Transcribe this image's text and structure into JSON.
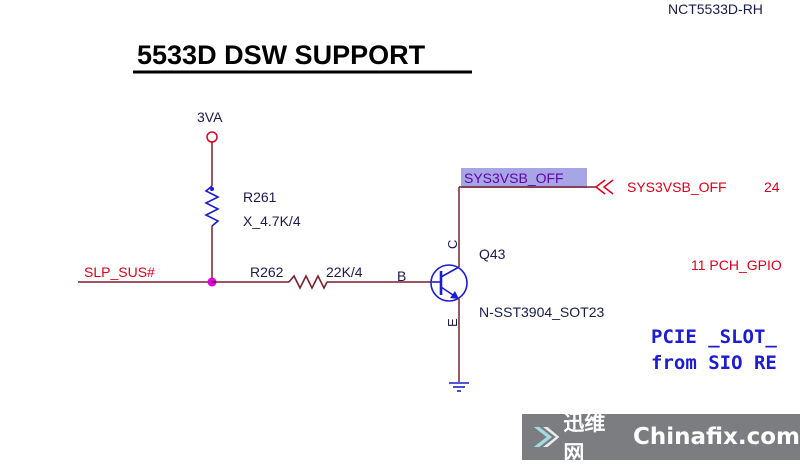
{
  "sheet": {
    "part_ref": "NCT5533D-RH",
    "title": "5533D DSW SUPPORT"
  },
  "power": {
    "label": "3VA"
  },
  "resistors": [
    {
      "ref": "R261",
      "value": "X_4.7K/4"
    },
    {
      "ref": "R262",
      "value": "22K/4"
    }
  ],
  "nets": {
    "input": "SLP_SUS#",
    "output_highlighted": "SYS3VSB_OFF",
    "offpage": "SYS3VSB_OFF",
    "offpage_ref": "24",
    "partial_right": "11  PCH_GPIO"
  },
  "transistor": {
    "ref": "Q43",
    "part": "N-SST3904_SOT23",
    "pins": {
      "base": "B",
      "collector": "C",
      "emitter": "E"
    }
  },
  "note": {
    "line1": "PCIE  _SLOT_",
    "line2": "from SIO RE"
  },
  "watermark": {
    "cn": "迅维网",
    "en": "Chinafix.com"
  },
  "colors": {
    "wire": "#7a1f2d",
    "net_text": "#e0001b",
    "label_text": "#1a1a4e",
    "note_text": "#1c1cd0",
    "junction": "#e000e0",
    "highlight": "#a6a6e6"
  }
}
